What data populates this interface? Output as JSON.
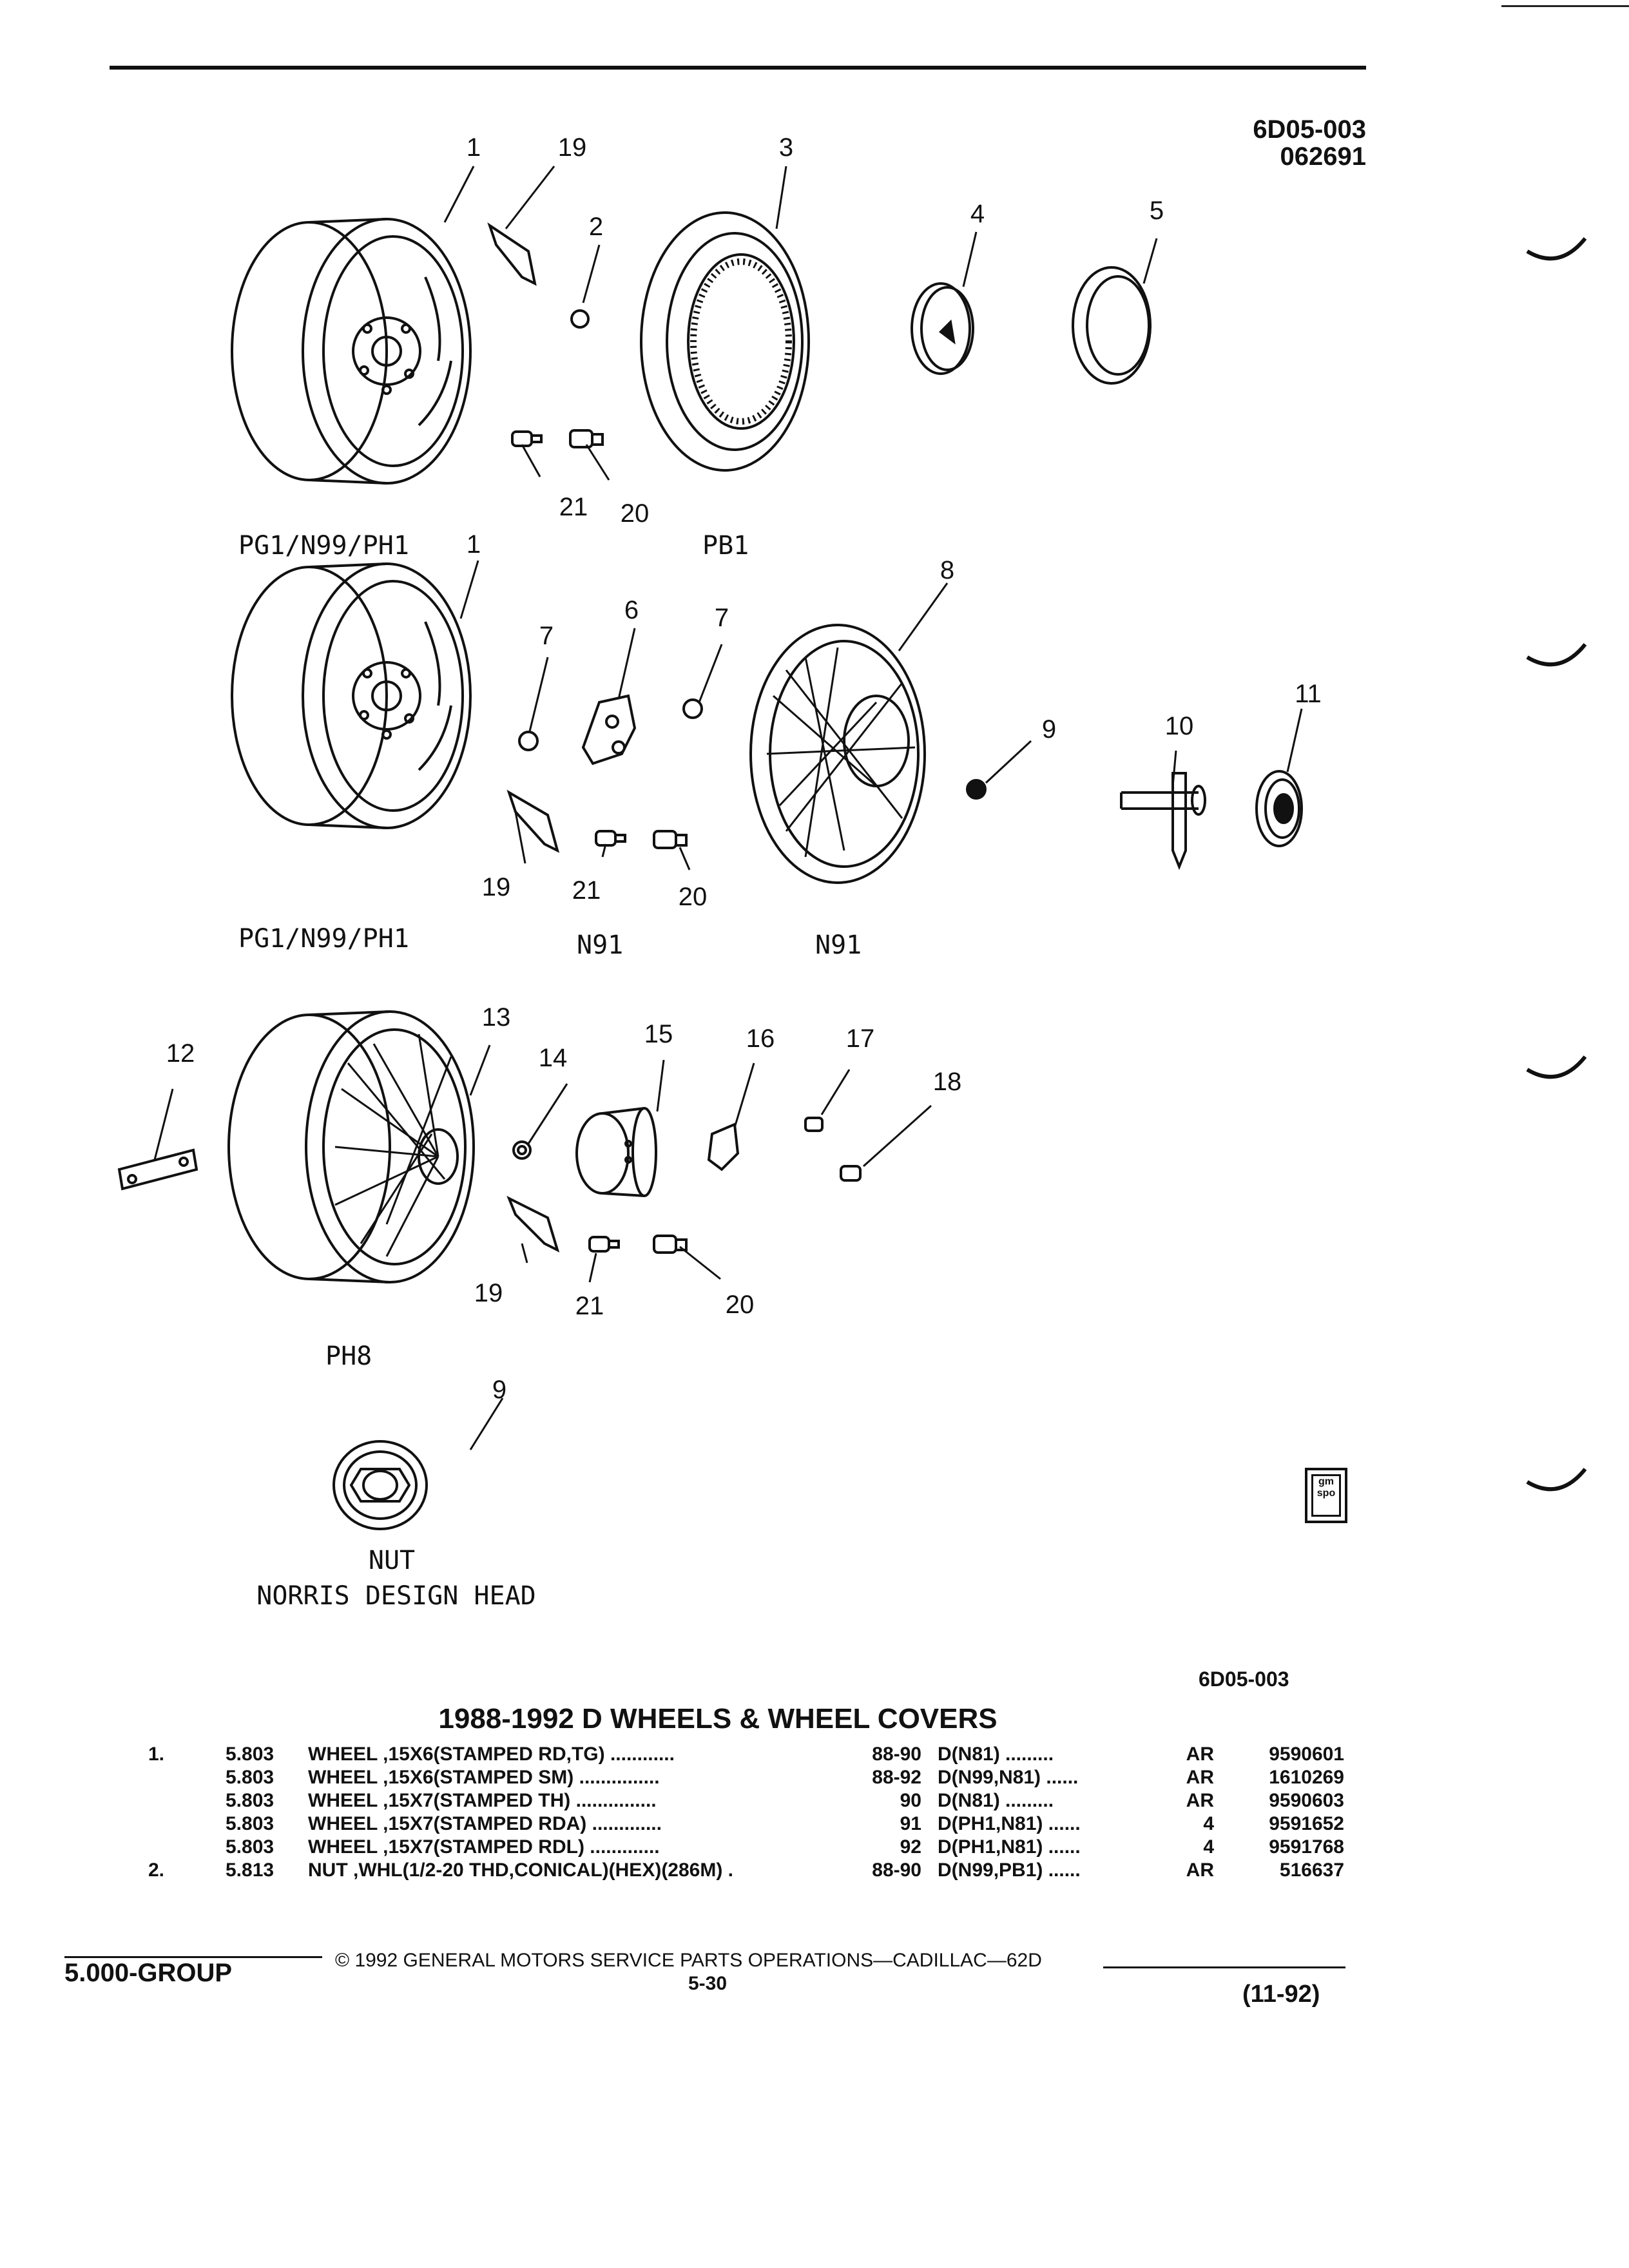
{
  "doc": {
    "ref_code": "6D05-003",
    "ref_date": "062691",
    "ref_code_bottom": "6D05-003"
  },
  "diagram": {
    "callouts": [
      "1",
      "19",
      "2",
      "3",
      "4",
      "5",
      "21",
      "20",
      "1",
      "7",
      "6",
      "7",
      "8",
      "9",
      "10",
      "11",
      "19",
      "21",
      "20",
      "13",
      "14",
      "15",
      "16",
      "17",
      "18",
      "12",
      "19",
      "21",
      "20",
      "9"
    ],
    "group_labels": {
      "g1": "PG1/N99/PH1",
      "g2": "PB1",
      "g3": "PG1/N99/PH1",
      "g4": "N91",
      "g5": "N91",
      "g6": "PH8",
      "nut_line1": "NUT",
      "nut_line2": "NORRIS DESIGN HEAD"
    },
    "gm_logo_text": "gm spo"
  },
  "section_title": "1988-1992 D WHEELS & WHEEL COVERS",
  "parts": [
    {
      "item": "1.",
      "code": "5.803",
      "desc": "WHEEL ,15X6(STAMPED RD,TG) ............",
      "year": "88-90",
      "usage": "D(N81) .........",
      "qty": "AR",
      "part": "9590601"
    },
    {
      "item": "",
      "code": "5.803",
      "desc": "WHEEL ,15X6(STAMPED SM) ...............",
      "year": "88-92",
      "usage": "D(N99,N81) ......",
      "qty": "AR",
      "part": "1610269"
    },
    {
      "item": "",
      "code": "5.803",
      "desc": "WHEEL ,15X7(STAMPED TH) ...............",
      "year": "90",
      "usage": "D(N81) .........",
      "qty": "AR",
      "part": "9590603"
    },
    {
      "item": "",
      "code": "5.803",
      "desc": "WHEEL ,15X7(STAMPED RDA) .............",
      "year": "91",
      "usage": "D(PH1,N81) ......",
      "qty": "4",
      "part": "9591652"
    },
    {
      "item": "",
      "code": "5.803",
      "desc": "WHEEL ,15X7(STAMPED RDL) .............",
      "year": "92",
      "usage": "D(PH1,N81) ......",
      "qty": "4",
      "part": "9591768"
    },
    {
      "item": "2.",
      "code": "5.813",
      "desc": "NUT ,WHL(1/2-20 THD,CONICAL)(HEX)(286M) .",
      "year": "88-90",
      "usage": "D(N99,PB1) ......",
      "qty": "AR",
      "part": "516637"
    }
  ],
  "footer": {
    "group": "5.000-GROUP",
    "copyright": "© 1992 GENERAL MOTORS SERVICE PARTS OPERATIONS—CADILLAC—62D",
    "page": "5-30",
    "rev": "(11-92)"
  }
}
